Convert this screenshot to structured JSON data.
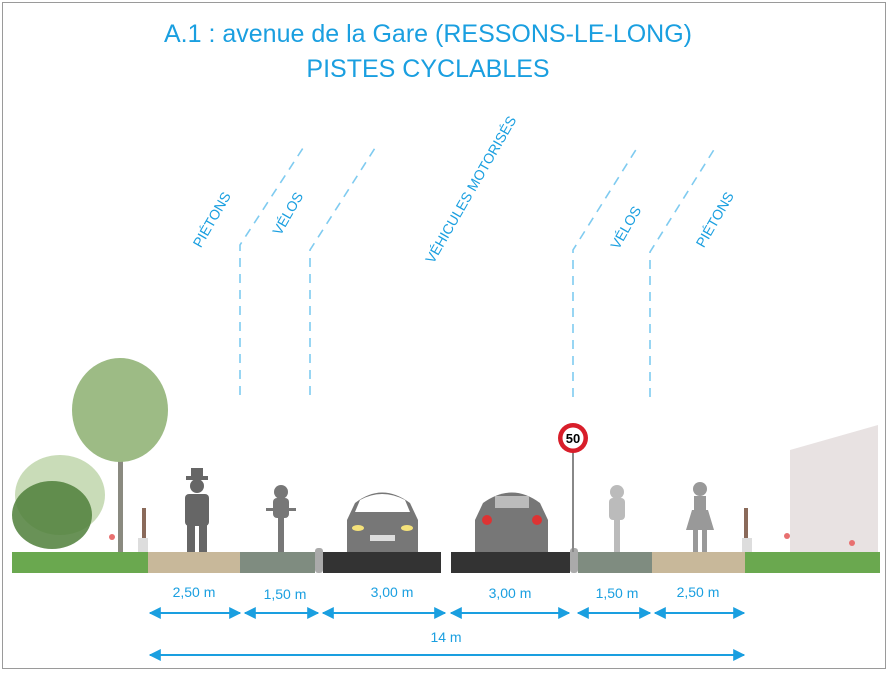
{
  "title": {
    "line1": "A.1 : avenue de la Gare (RESSONS-LE-LONG)",
    "line2": "PISTES CYCLABLES"
  },
  "zone_labels": [
    "PIÉTONS",
    "VÉLOS",
    "VÉHICULES MOTORISÉS",
    "VÉLOS",
    "PIÉTONS"
  ],
  "speed_sign": "50",
  "dimensions": [
    "2,50 m",
    "1,50 m",
    "3,00 m",
    "3,00 m",
    "1,50 m",
    "2,50 m"
  ],
  "total_width": "14 m",
  "colors": {
    "accent": "#1a9fe0",
    "grass": "#6aa84f",
    "sidewalk": "#c8b89a",
    "bike_lane": "#7f8c80",
    "road": "#333333"
  }
}
